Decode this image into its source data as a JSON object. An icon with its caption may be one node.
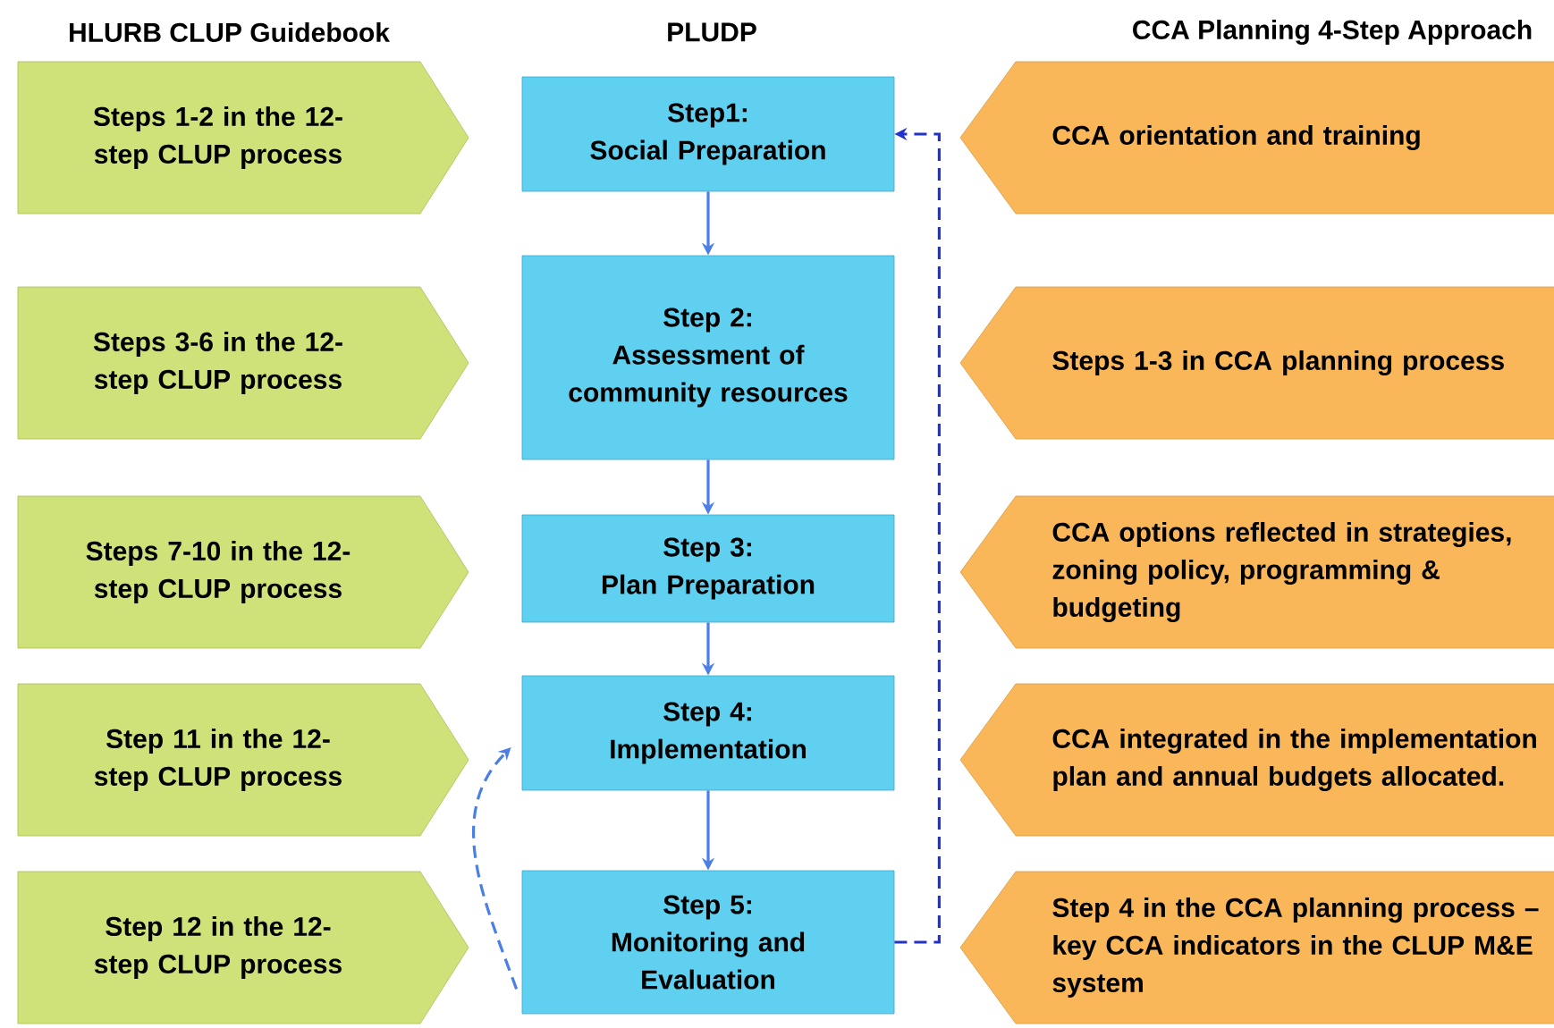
{
  "diagram": {
    "nodes": [
      {
        "text": [
          "Steps 1-2 in the 12-step CLUP process"
        ]
      },
      {
        "text": [
          "Steps 3-6 in the 12-step CLUP process"
        ]
      },
      {
        "text": [
          "Steps 7-10 in the 12-step CLUP process"
        ]
      },
      {
        "text": [
          "Step 11 in the 12-step CLUP process"
        ]
      },
      {
        "text": [
          "Step 12 in the 12-step CLUP process"
        ]
      },
      {
        "text": [
          "Step1:",
          "Social Preparation"
        ]
      },
      {
        "text": [
          "Step 2:",
          "Assessment of community resources"
        ]
      },
      {
        "text": [
          "Step 3:",
          "Plan Preparation"
        ]
      },
      {
        "text": [
          "Step 4:",
          "Implementation"
        ]
      },
      {
        "text": [
          "Step 5:",
          "Monitoring and Evaluation"
        ]
      },
      {
        "text": [
          "CCA orientation and training"
        ]
      },
      {
        "text": [
          "Steps 1-3 in CCA planning process"
        ]
      },
      {
        "text": [
          "CCA options reflected in strategies, zoning policy, programming & budgeting"
        ]
      },
      {
        "text": [
          "CCA integrated in the implementation plan and annual budgets allocated."
        ]
      },
      {
        "text": [
          "Step 4 in the CCA planning process – key CCA indicators in the CLUP M&E system"
        ]
      }
    ],
    "edges": [
      {
        "from": 5,
        "to": 6,
        "arrow": "to"
      },
      {
        "from": 6,
        "to": 7,
        "arrow": "to"
      },
      {
        "from": 7,
        "to": 8,
        "arrow": "to"
      },
      {
        "from": 8,
        "to": 9,
        "arrow": "to"
      },
      {
        "from": 9,
        "to": 5,
        "arrow": "to",
        "style": "dashed",
        "color": "#2233cc"
      },
      {
        "from": 9,
        "to": 8,
        "arrow": "to",
        "style": "dashed"
      }
    ],
    "labels": [
      "HLURB CLUP Guidebook",
      "PLUDP",
      "CCA Planning 4-Step Approach"
    ]
  }
}
